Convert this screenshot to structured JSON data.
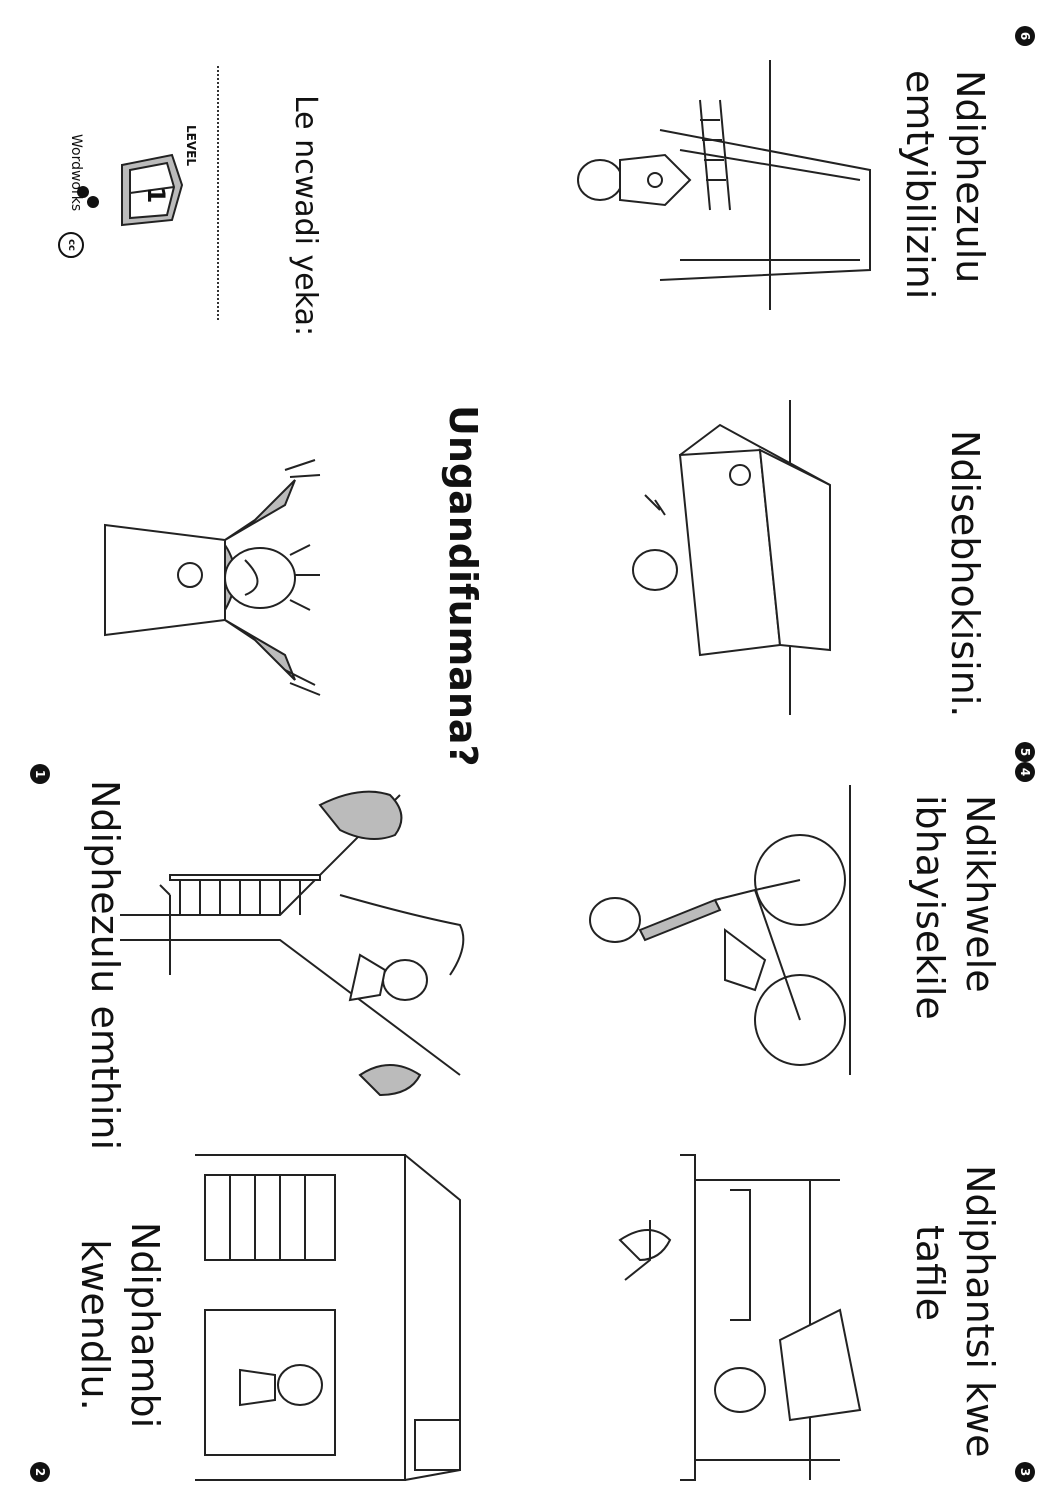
{
  "cover": {
    "owner_label": "Le ncwadi yeka:",
    "title": "Ungandifumana?",
    "level_label": "LEVEL",
    "level_number": "1",
    "publisher": "Wordworks",
    "license": "cc"
  },
  "pages": [
    {
      "number": "1",
      "caption": "Ndiphezulu emthini"
    },
    {
      "number": "2",
      "caption_line1": "Ndiphambi",
      "caption_line2": "kwendlu."
    },
    {
      "number": "3",
      "caption_line1": "Ndiphantsi kwe",
      "caption_line2": "tafile"
    },
    {
      "number": "4",
      "caption_line1": "Ndikhwele",
      "caption_line2": "ibhayisekile"
    },
    {
      "number": "5",
      "caption": "Ndisebhokisini."
    },
    {
      "number": "6",
      "caption_line1": "Ndiphezulu",
      "caption_line2": "emtyibilizini"
    }
  ]
}
